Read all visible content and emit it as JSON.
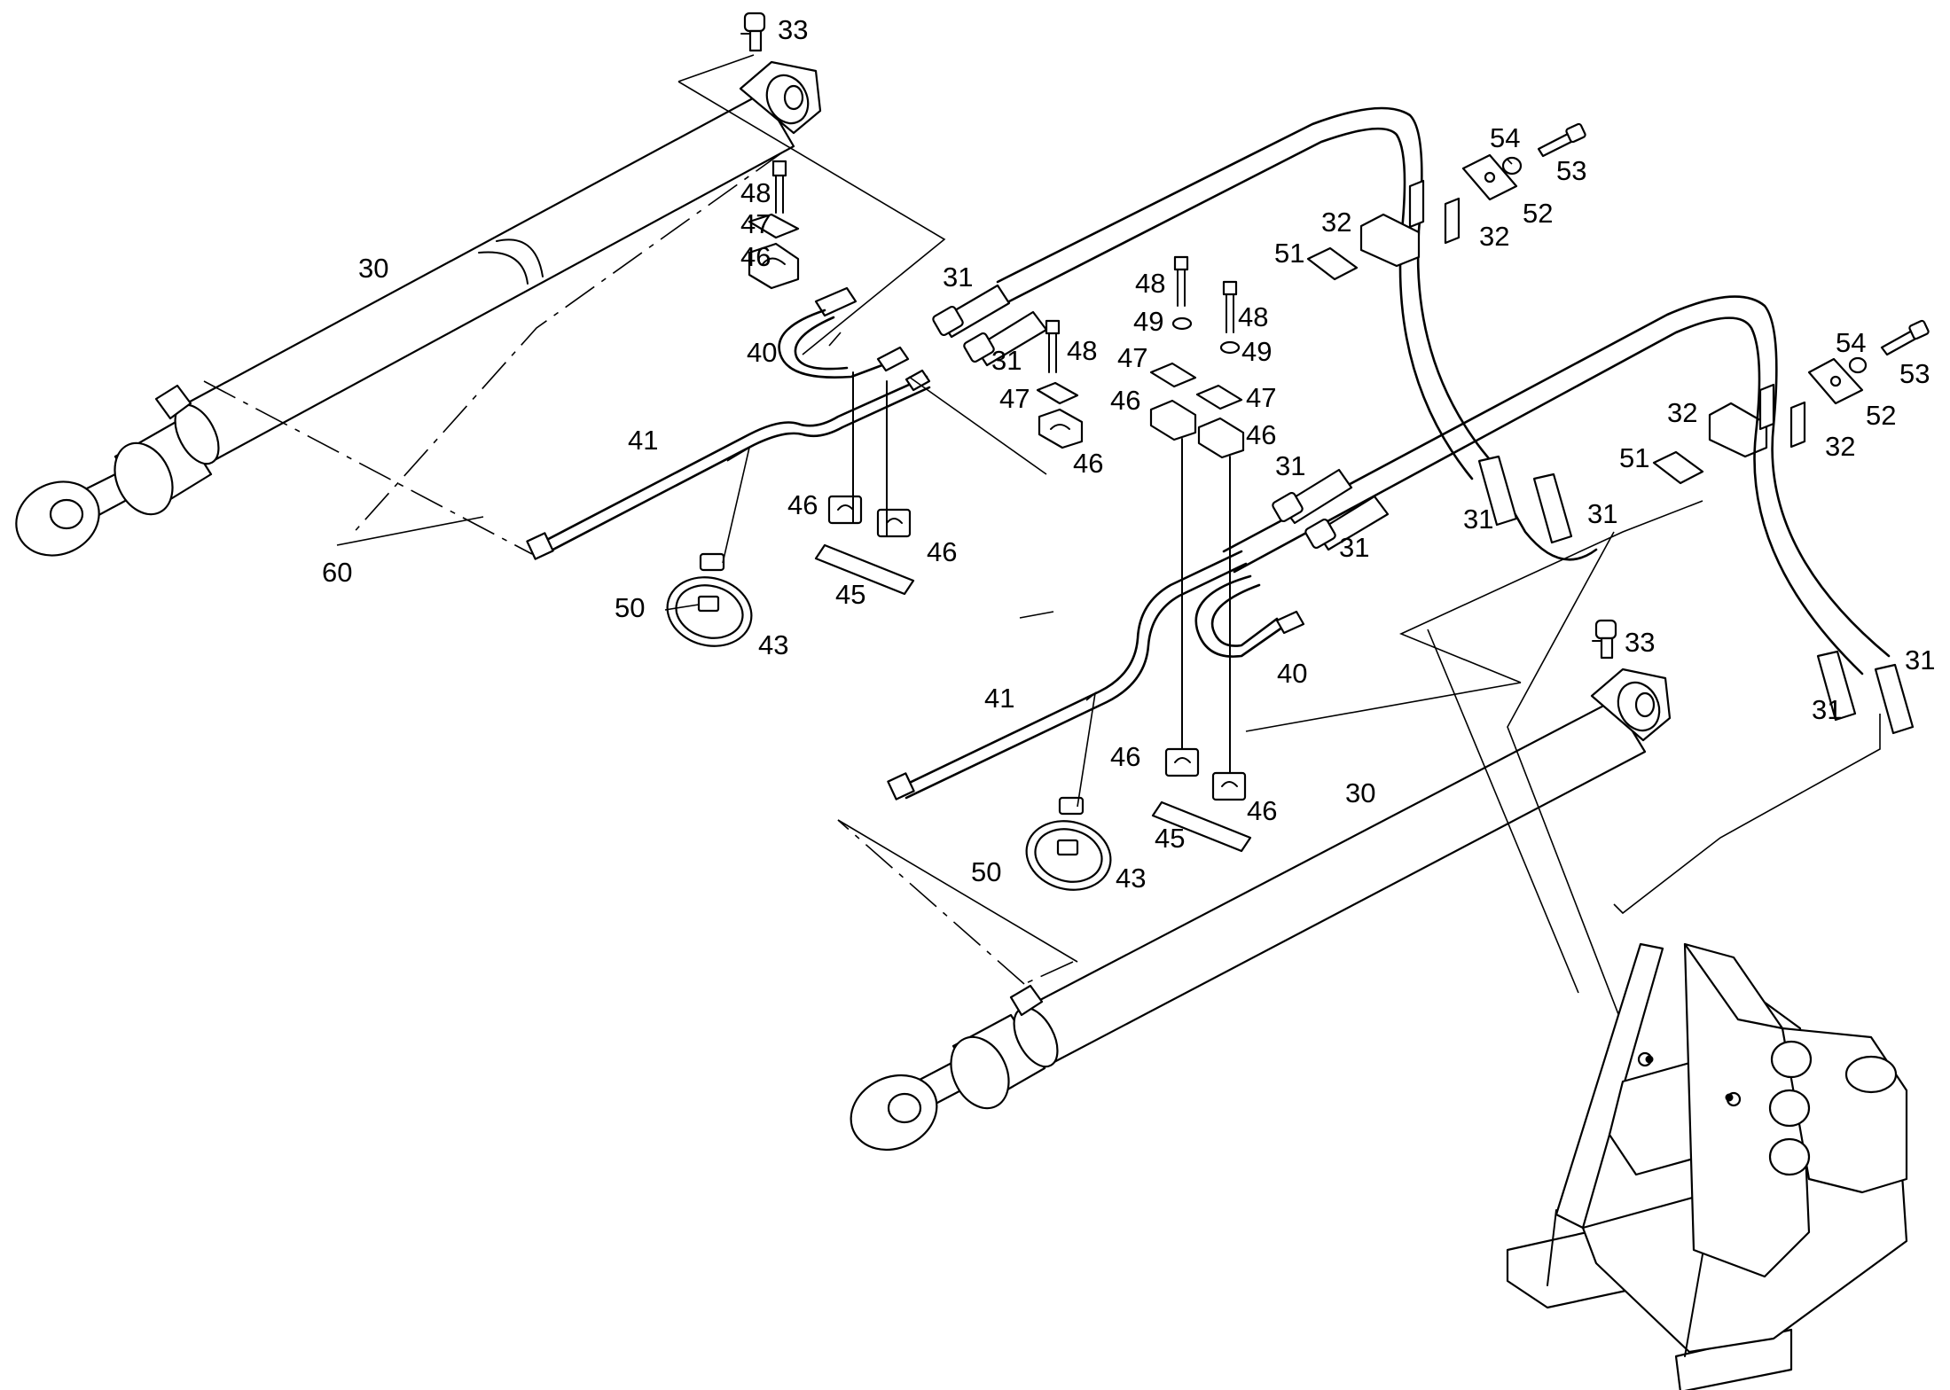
{
  "callouts": {
    "c33a": "33",
    "c30a": "30",
    "c48a": "48",
    "c47a": "47",
    "c46a": "46",
    "c31a": "31",
    "c31b": "31",
    "c40a": "40",
    "c41a": "41",
    "c48b": "48",
    "c47b": "47",
    "c46b": "46",
    "c46c": "46",
    "c46d": "46",
    "c45a": "45",
    "c50a": "50",
    "c43a": "43",
    "c60a": "60",
    "c54a": "54",
    "c53a": "53",
    "c52a": "52",
    "c32a": "32",
    "c32b": "32",
    "c51a": "51",
    "c48c": "48",
    "c48d": "48",
    "c49a": "49",
    "c49b": "49",
    "c47c": "47",
    "c47d": "47",
    "c46e": "46",
    "c46f": "46",
    "c54b": "54",
    "c53b": "53",
    "c52b": "52",
    "c32c": "32",
    "c32d": "32",
    "c51b": "51",
    "c31c": "31",
    "c31d": "31",
    "c31e": "31",
    "c31f": "31",
    "c33b": "33",
    "c40b": "40",
    "c41b": "41",
    "c30b": "30",
    "c46g": "46",
    "c46h": "46",
    "c45b": "45",
    "c50b": "50",
    "c43b": "43",
    "c31g": "31",
    "c31h": "31"
  }
}
